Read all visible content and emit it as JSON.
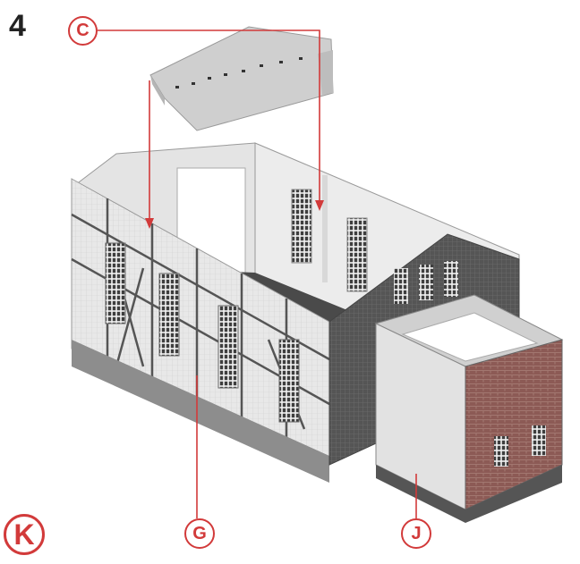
{
  "step": {
    "number": "4"
  },
  "callouts": {
    "c": "C",
    "g": "G",
    "j": "J",
    "k": "K"
  },
  "colors": {
    "callout_red": "#d23a3a",
    "wall_light": "#efefef",
    "wall_shade": "#dadada",
    "timber_dark": "#3a3a3a",
    "brick_red": "#8c5a55",
    "floor_dark": "#4a4a4a",
    "base_grey": "#8d8d8d"
  }
}
